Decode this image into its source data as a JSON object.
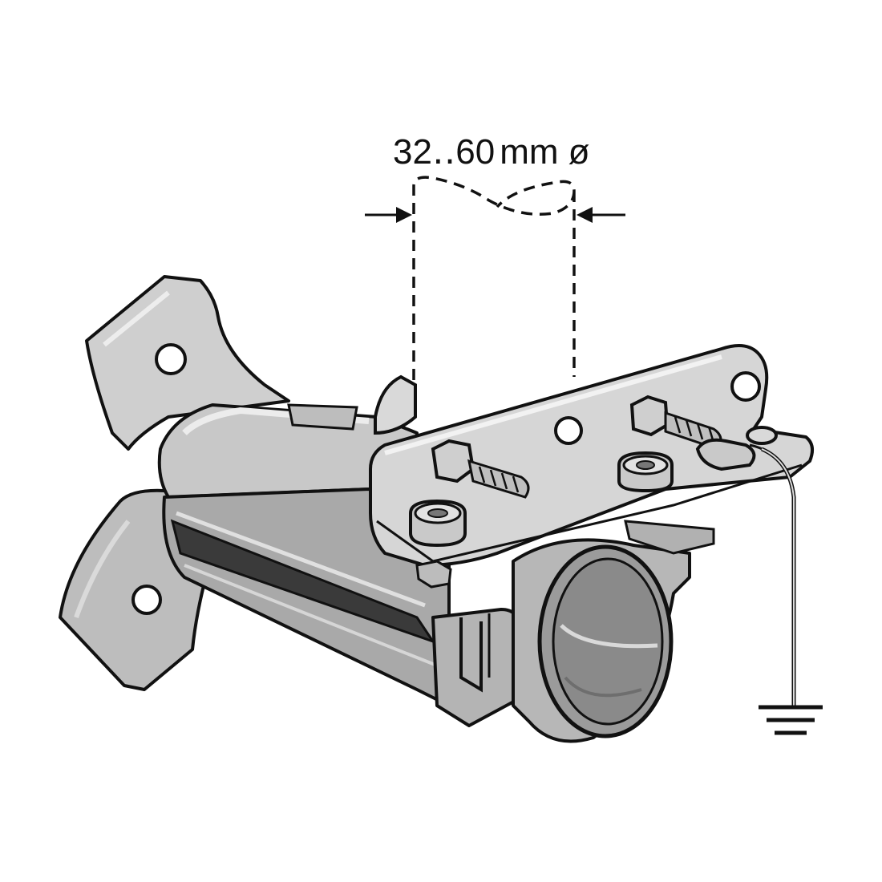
{
  "dimension": {
    "range_text": "32‥60",
    "unit": "mm",
    "diameter_symbol": "ø"
  },
  "colors": {
    "stroke": "#111111",
    "metal_light": "#d4d4d4",
    "metal_mid": "#b9b9b9",
    "metal_dark": "#8c8c8c",
    "tube_inner": "#9a9a9a",
    "background": "#ffffff"
  },
  "icons": {
    "ground": "ground-symbol-icon",
    "bolt": "hex-bolt-icon",
    "nut": "hex-nut-icon"
  }
}
